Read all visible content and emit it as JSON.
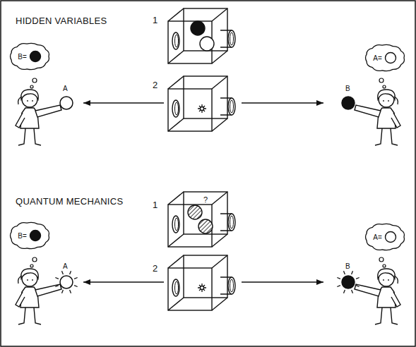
{
  "diagram": {
    "nodes": [
      {
        "text": [
          "B="
        ]
      },
      {
        "text": [
          "A="
        ]
      },
      {
        "text": [
          "B="
        ]
      },
      {
        "text": [
          "A="
        ]
      }
    ],
    "labels": [
      "HIDDEN VARIABLES",
      "1",
      "2",
      "A",
      "B",
      "QUANTUM MECHANICS",
      "1",
      "?",
      "2",
      "A",
      "B"
    ]
  }
}
